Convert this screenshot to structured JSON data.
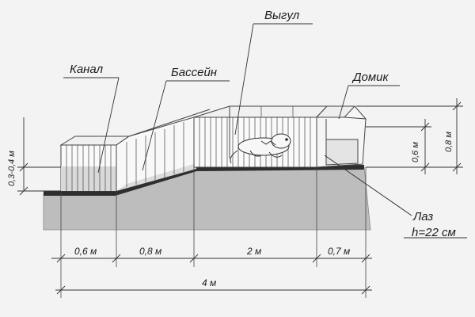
{
  "labels": {
    "canal": "Канал",
    "pool": "Бассейн",
    "run": "Выгул",
    "house": "Домик",
    "passage": "Лаз",
    "passage_height": "h=22 см"
  },
  "dimensions": {
    "canal_width": "0,6 м",
    "pool_width": "0,8 м",
    "run_width": "2 м",
    "house_width": "0,7 м",
    "total_width": "4 м",
    "canal_height": "0,3-0,4 м",
    "house_height_inner": "0,6 м",
    "house_height_outer": "0,8 м"
  },
  "colors": {
    "background": "#f3f3f3",
    "ground": "#bdbdbd",
    "soil_line": "#2e2e2e",
    "line": "#333333"
  }
}
